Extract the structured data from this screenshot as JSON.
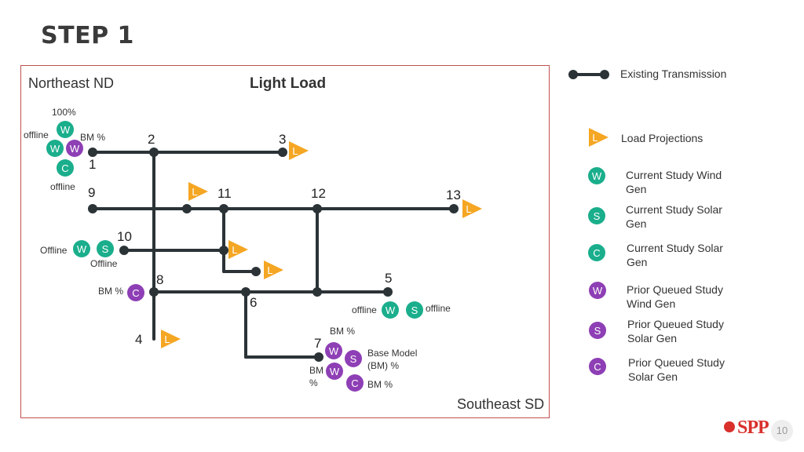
{
  "slide": {
    "title": "STEP 1",
    "page_number": "10",
    "logo_text": "SPP"
  },
  "diagram": {
    "region_ne": "Northeast ND",
    "region_se": "Southeast SD",
    "load_title": "Light Load",
    "buses": [
      "1",
      "2",
      "3",
      "4",
      "5",
      "6",
      "7",
      "8",
      "9",
      "10",
      "11",
      "12",
      "13"
    ],
    "labels": {
      "pct_100": "100%",
      "offline_1a": "offline",
      "bm_1": "BM %",
      "offline_1b": "offline",
      "offline_10a": "Offline",
      "offline_10b": "Offline",
      "bm_8": "BM %",
      "offline_5a": "offline",
      "offline_5b": "offline",
      "bm_7a": "BM %",
      "bm_7b_line1": "BM",
      "bm_7b_line2": "%",
      "base_model_line1": "Base Model",
      "base_model_line2": "(BM) %",
      "bm_7c": "BM %"
    },
    "glyphs": {
      "wind": "W",
      "solar": "S",
      "combined": "C",
      "load": "L"
    },
    "colors": {
      "current_study": "#1aae8c",
      "prior_study": "#8e3fb5",
      "load": "#f5a623",
      "line": "#2b3337",
      "frame": "#c0504d"
    }
  },
  "legend": {
    "existing_transmission": "Existing Transmission",
    "load_projections": "Load Projections",
    "current_wind": "Current Study Wind Gen",
    "current_solar_s": "Current Study Solar Gen",
    "current_solar_c": "Current Study Solar Gen",
    "prior_wind": "Prior Queued Study Wind Gen",
    "prior_solar_s": "Prior Queued Study Solar Gen",
    "prior_solar_c": "Prior Queued Study Solar Gen"
  }
}
